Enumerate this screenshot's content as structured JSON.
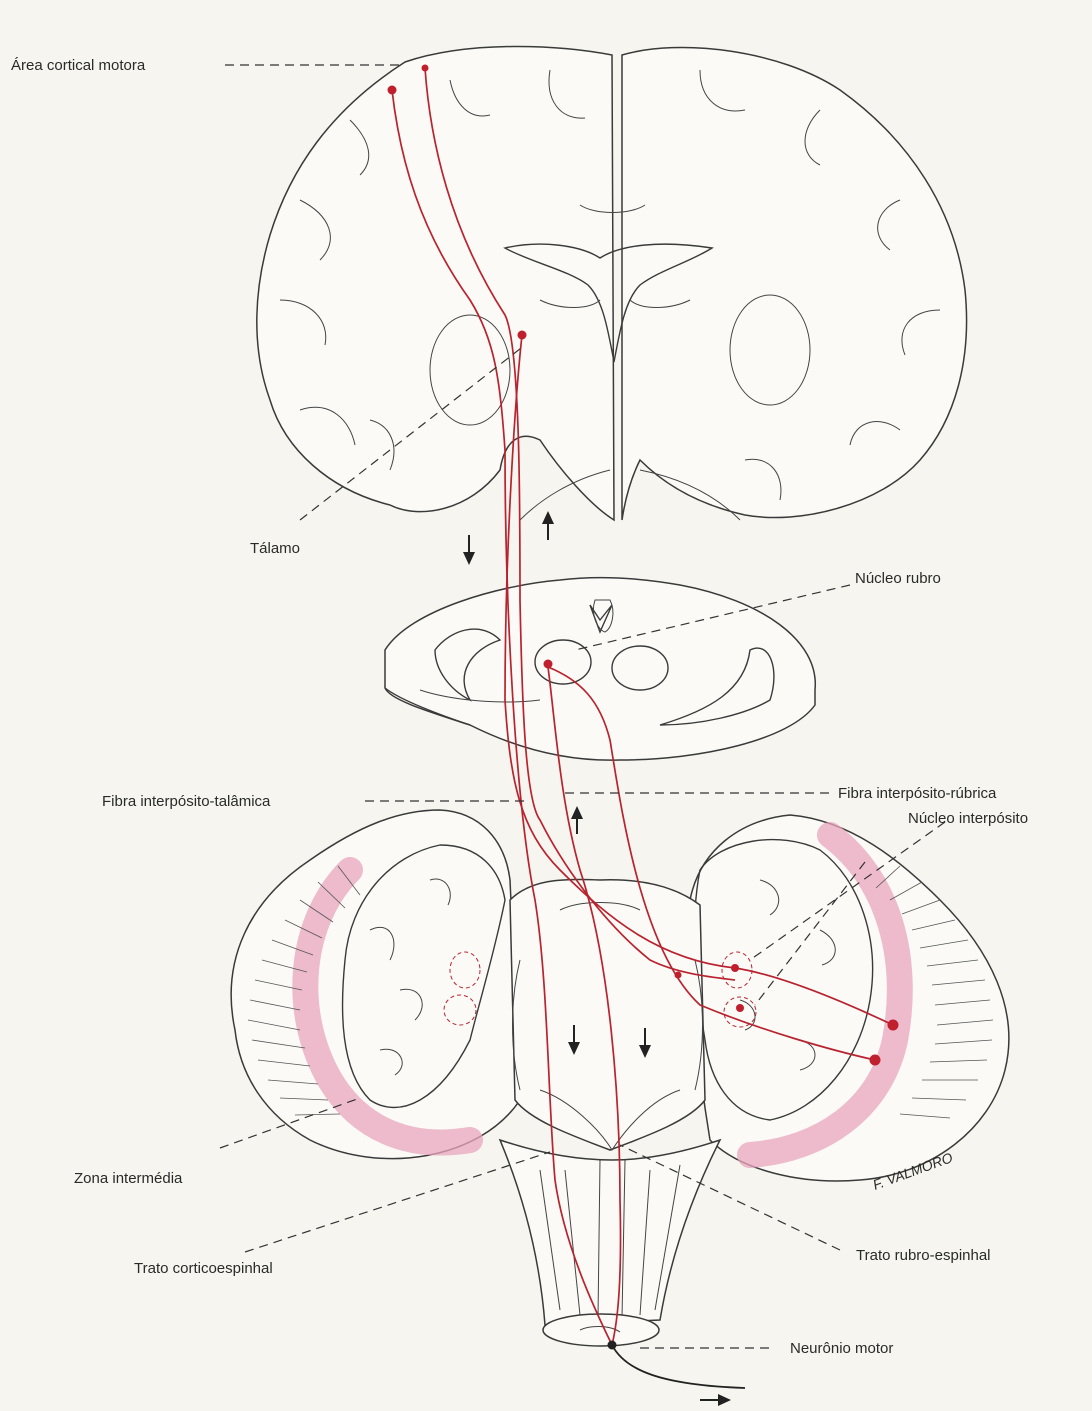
{
  "labels": {
    "area_cortical_motora": "Área cortical motora",
    "talamo": "Tálamo",
    "nucleo_rubro": "Núcleo rubro",
    "fibra_interposito_talamica": "Fibra interpósito-talâmica",
    "fibra_interposito_rubrica": "Fibra interpósito-rúbrica",
    "nucleo_interposito": "Núcleo interpósito",
    "zona_intermedia": "Zona intermédia",
    "trato_corticoespinhal": "Trato corticoespinhal",
    "trato_rubro_espinhal": "Trato rubro-espinhal",
    "neuronio_motor": "Neurônio motor",
    "signature": "F. VALMORO"
  },
  "colors": {
    "pathway": "#b8232f",
    "intermediate_zone": "#e8a6bd",
    "outline": "#3a3a3a",
    "paper": "#f7f5ef"
  }
}
